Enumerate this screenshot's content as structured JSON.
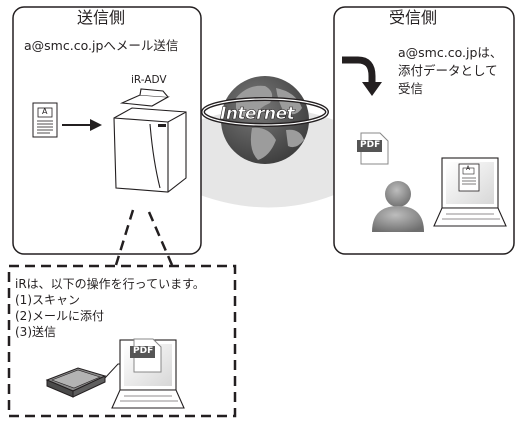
{
  "sender": {
    "title": "送信側",
    "address_line": "a@smc.co.jpへメール送信",
    "device_label": "iR-ADV",
    "doc_letter": "A"
  },
  "internet": {
    "label": "Internet"
  },
  "receiver": {
    "title": "受信側",
    "message_lines": [
      "a@smc.co.jpは、",
      "添付データとして",
      "受信"
    ],
    "pdf_label": "PDF",
    "doc_letter": "A"
  },
  "steps": {
    "lines": [
      "iRは、以下の操作を行っています。",
      "(1)スキャン",
      "(2)メールに添付",
      "(3)送信"
    ],
    "pdf_label": "PDF"
  },
  "colors": {
    "stroke": "#231f20",
    "globe_ocean": "#5a5a5a",
    "globe_land": "#9c9c9c",
    "band_fill": "#e6e6e6",
    "pdf_red": "#555555"
  }
}
